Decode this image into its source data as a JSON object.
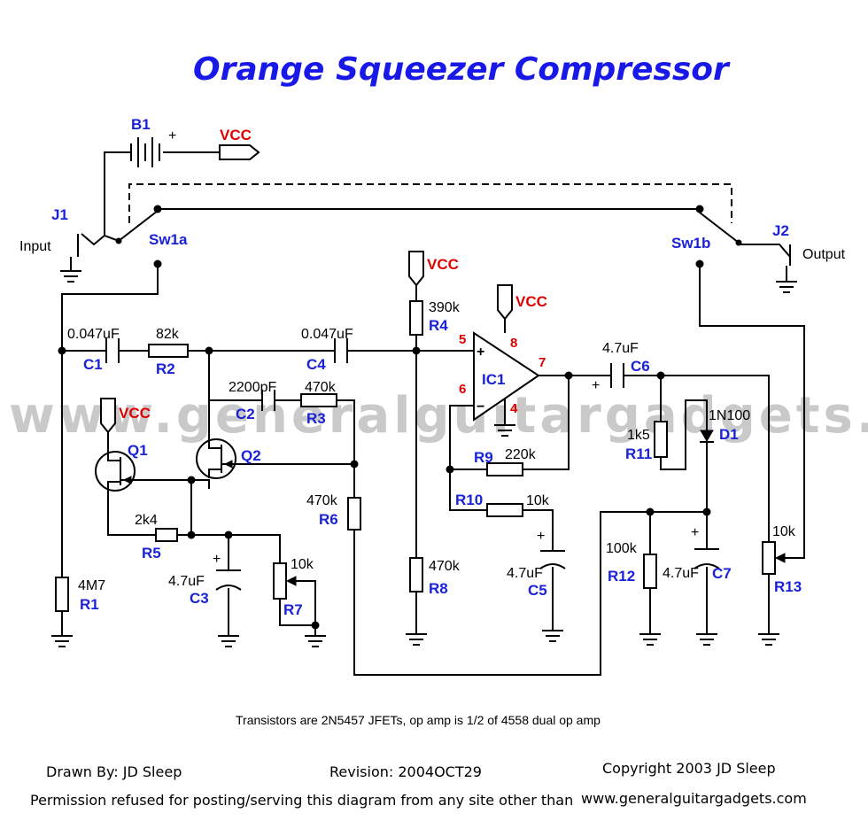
{
  "title": "Orange Squeezer Compressor",
  "watermark": "www.generalguitargadgets.com",
  "supply_label": "VCC",
  "labels": {
    "J1": "J1",
    "J2": "J2",
    "B1": "B1",
    "Sw1a": "Sw1a",
    "Sw1b": "Sw1b",
    "input": "Input",
    "output": "Output",
    "plus": "+",
    "C1": "C1",
    "C1v": "0.047uF",
    "R2": "R2",
    "R2v": "82k",
    "C4": "C4",
    "C4v": "0.047uF",
    "R4": "R4",
    "R4v": "390k",
    "C2": "C2",
    "C2v": "2200pF",
    "R3": "R3",
    "R3v": "470k",
    "Q1": "Q1",
    "Q2": "Q2",
    "R6": "R6",
    "R6v": "470k",
    "R5": "R5",
    "R5v": "2k4",
    "C3": "C3",
    "C3v": "4.7uF",
    "R7": "R7",
    "R7v": "10k",
    "R1": "R1",
    "R1v": "4M7",
    "R8": "R8",
    "R8v": "470k",
    "IC1": "IC1",
    "pin5": "5",
    "pin6": "6",
    "pin7": "7",
    "pin8": "8",
    "pin4": "4",
    "opplus": "+",
    "opminus": "−",
    "R9": "R9",
    "R9v": "220k",
    "R10": "R10",
    "R10v": "10k",
    "C5": "C5",
    "C5v": "4.7uF",
    "C6": "C6",
    "C6v": "4.7uF",
    "R11": "R11",
    "R11v": "1k5",
    "D1": "D1",
    "D1v": "1N100",
    "R12": "R12",
    "R12v": "100k",
    "C7": "C7",
    "C7v": "4.7uF",
    "R13": "R13",
    "R13v": "10k"
  },
  "note": "Transistors are 2N5457 JFETs, op amp is 1/2 of 4558 dual op amp",
  "footer": {
    "drawn_by": "Drawn By:  JD Sleep",
    "revision": "Revision:  2004OCT29",
    "copyright": "Copyright 2003   JD Sleep",
    "permission": "Permission refused for posting/serving this diagram from any site other than",
    "site": "www.generalguitargadgets.com"
  }
}
